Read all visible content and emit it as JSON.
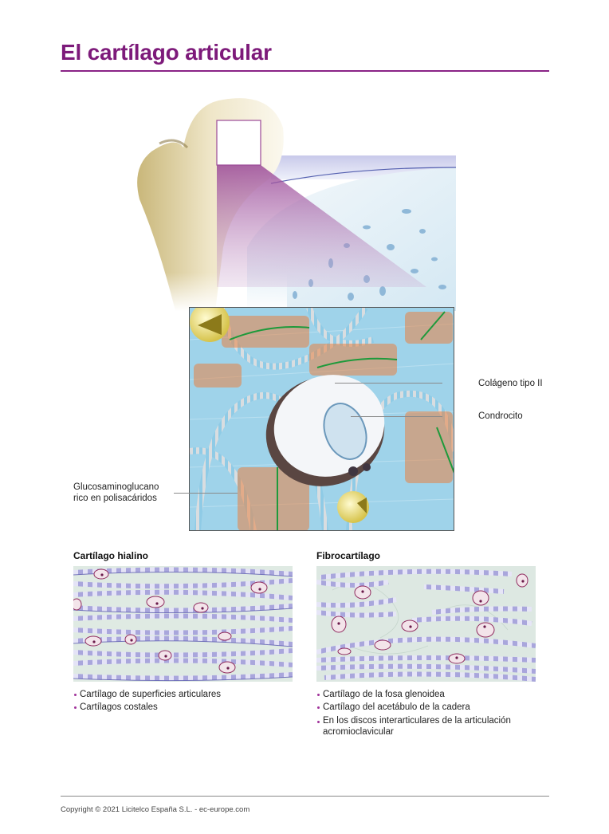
{
  "header": {
    "title": "El cartílago articular",
    "accent_color": "#7d1a7a"
  },
  "illustration": {
    "bone": {
      "icon": "femur-head-icon",
      "zoom_box_color": "#9b4a98"
    },
    "magnified_cartilage": {
      "icon": "cartilage-section-icon"
    },
    "cell_detail": {
      "icon": "chondrocyte-matrix-icon",
      "labels": {
        "collagen": "Colágeno tipo II",
        "chondrocyte": "Condrocito",
        "gag_line1": "Glucosaminoglucano",
        "gag_line2": "rico en polisacáridos"
      }
    }
  },
  "types": [
    {
      "title": "Cartílago hialino",
      "icon": "hyaline-cartilage-icon",
      "bullets": [
        "Cartílago de superficies articulares",
        "Cartílagos costales"
      ]
    },
    {
      "title": "Fibrocartílago",
      "icon": "fibrocartilage-icon",
      "bullets": [
        "Cartílago de la fosa glenoidea",
        "Cartílago del acetábulo de la cadera",
        "En los discos interarticulares de la articulación acromioclavicular"
      ]
    }
  ],
  "footer": {
    "copyright": "Copyright © 2021 Licitelco España S.L. - ec-europe.com"
  }
}
